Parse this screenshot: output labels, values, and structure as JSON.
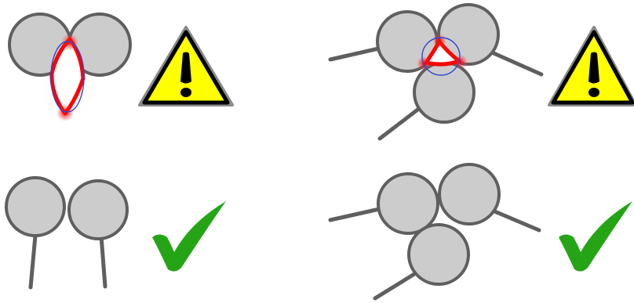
{
  "colors": {
    "circle_fill": "#cccccc",
    "circle_stroke": "#5f5f5f",
    "stick": "#5f5f5f",
    "overlap_red": "#ff0000",
    "overlap_outline": "#2f46d6",
    "warning_yellow": "#ffff00",
    "warning_border": "#000000",
    "check_green": "#25a516"
  },
  "panels": [
    {
      "id": "top-left",
      "status": "warning",
      "icon": "warning-triangle-icon",
      "circles": 2
    },
    {
      "id": "top-right",
      "status": "warning",
      "icon": "warning-triangle-icon",
      "circles": 3
    },
    {
      "id": "bottom-left",
      "status": "ok",
      "icon": "checkmark-icon",
      "circles": 2
    },
    {
      "id": "bottom-right",
      "status": "ok",
      "icon": "checkmark-icon",
      "circles": 3
    }
  ]
}
